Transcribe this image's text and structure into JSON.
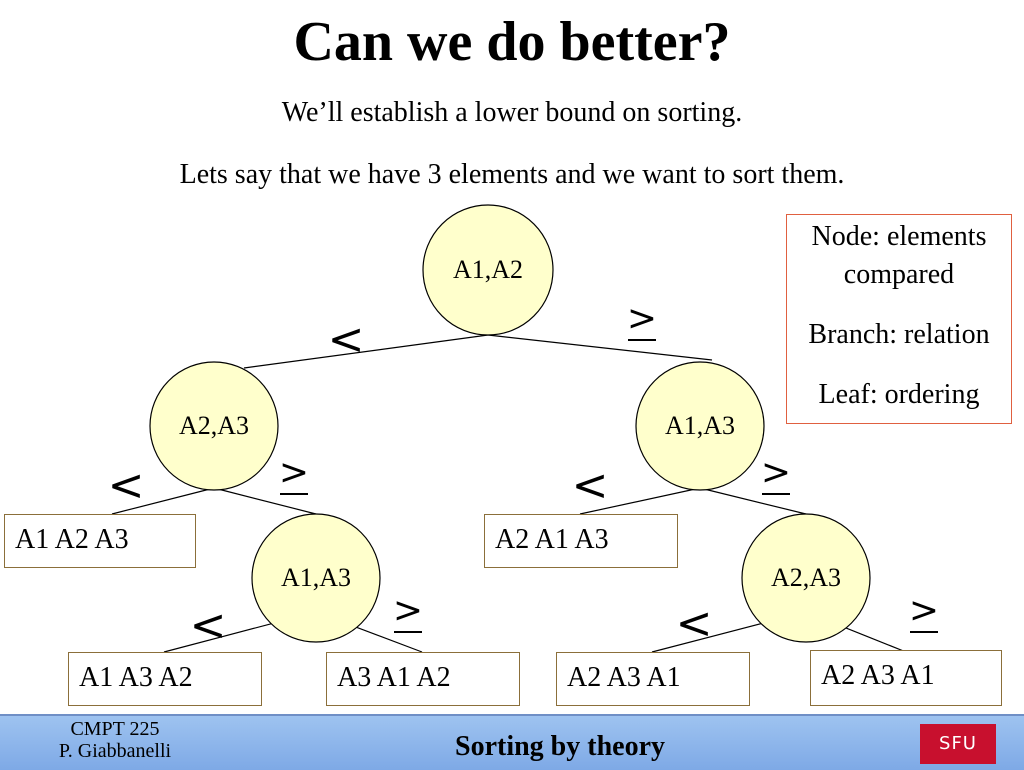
{
  "slide": {
    "title": "Can we do better?",
    "subtitle_lines": [
      "We’ll establish a lower bound on sorting.",
      "Lets say that we have 3 elements and we want to sort them."
    ]
  },
  "tree": {
    "nodes": [
      {
        "id": "root",
        "label": "A1,A2"
      },
      {
        "id": "left",
        "label": "A2,A3"
      },
      {
        "id": "right",
        "label": "A1,A3"
      },
      {
        "id": "left-right",
        "label": "A1,A3"
      },
      {
        "id": "right-right",
        "label": "A2,A3"
      }
    ],
    "leaves": [
      {
        "id": "leaf-1",
        "label": "A1 A2 A3"
      },
      {
        "id": "leaf-2",
        "label": "A1 A3 A2"
      },
      {
        "id": "leaf-3",
        "label": "A3 A1 A2"
      },
      {
        "id": "leaf-4",
        "label": "A2 A1 A3"
      },
      {
        "id": "leaf-5",
        "label": "A2 A3 A1"
      },
      {
        "id": "leaf-6",
        "label": "A2 A3 A1"
      }
    ],
    "relations": {
      "less": "<",
      "greater_equal": "≥"
    }
  },
  "legend": {
    "lines": [
      "Node: elements",
      "compared",
      "Branch: relation",
      "Leaf: ordering"
    ]
  },
  "footer": {
    "course_lines": [
      "CMPT 225",
      "P. Giabbanelli"
    ],
    "title": "Sorting by theory",
    "logo_text": "SFU"
  }
}
